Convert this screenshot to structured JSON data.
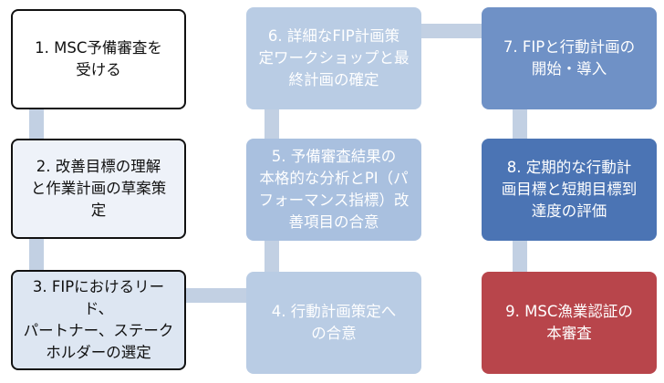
{
  "steps": [
    {
      "id": 1,
      "text": "1. MSC予備審査を\n受ける"
    },
    {
      "id": 2,
      "text": "2. 改善目標の理解\nと作業計画の草案策\n定"
    },
    {
      "id": 3,
      "text": "3. FIPにおけるリード、\nパートナー、ステーク\nホルダーの選定"
    },
    {
      "id": 4,
      "text": "4. 行動計画策定へ\nの合意"
    },
    {
      "id": 5,
      "text": "5. 予備審査結果の\n本格的な分析とPI（パ\nフォーマンス指標）改\n善項目の合意"
    },
    {
      "id": 6,
      "text": "6. 詳細なFIP計画策\n定ワークショップと最\n終計画の確定"
    },
    {
      "id": 7,
      "text": "7. FIPと行動計画の\n開始・導入"
    },
    {
      "id": 8,
      "text": "8. 定期的な行動計\n画目標と短期目標到\n達度の評価"
    },
    {
      "id": 9,
      "text": "9. MSC漁業認証の\n本審査"
    }
  ],
  "colors": {
    "connector": "#b7c8de",
    "step_final": "#b8454b",
    "step_dark": "#4b74b4"
  }
}
